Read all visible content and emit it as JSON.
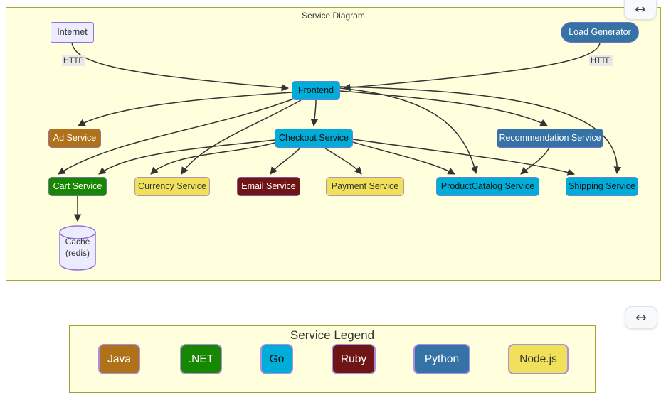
{
  "diagram": {
    "title": "Service Diagram",
    "nodes": [
      {
        "id": "internet",
        "label": "Internet"
      },
      {
        "id": "load-generator",
        "label": "Load Generator"
      },
      {
        "id": "frontend",
        "label": "Frontend"
      },
      {
        "id": "ad-service",
        "label": "Ad Service"
      },
      {
        "id": "checkout-service",
        "label": "Checkout Service"
      },
      {
        "id": "recommendation-service",
        "label": "Recommendation Service"
      },
      {
        "id": "cart-service",
        "label": "Cart Service"
      },
      {
        "id": "currency-service",
        "label": "Currency Service"
      },
      {
        "id": "email-service",
        "label": "Email Service"
      },
      {
        "id": "payment-service",
        "label": "Payment Service"
      },
      {
        "id": "productcatalog-service",
        "label": "ProductCatalog Service"
      },
      {
        "id": "shipping-service",
        "label": "Shipping Service"
      },
      {
        "id": "cache",
        "label": "Cache (redis)"
      }
    ],
    "edges": [
      {
        "from": "internet",
        "to": "frontend",
        "label": "HTTP"
      },
      {
        "from": "load-generator",
        "to": "frontend",
        "label": "HTTP"
      },
      {
        "from": "frontend",
        "to": "checkout-service"
      },
      {
        "from": "frontend",
        "to": "ad-service"
      },
      {
        "from": "frontend",
        "to": "cart-service"
      },
      {
        "from": "frontend",
        "to": "currency-service"
      },
      {
        "from": "frontend",
        "to": "recommendation-service"
      },
      {
        "from": "frontend",
        "to": "productcatalog-service"
      },
      {
        "from": "frontend",
        "to": "shipping-service"
      },
      {
        "from": "checkout-service",
        "to": "cart-service"
      },
      {
        "from": "checkout-service",
        "to": "currency-service"
      },
      {
        "from": "checkout-service",
        "to": "email-service"
      },
      {
        "from": "checkout-service",
        "to": "payment-service"
      },
      {
        "from": "checkout-service",
        "to": "productcatalog-service"
      },
      {
        "from": "checkout-service",
        "to": "shipping-service"
      },
      {
        "from": "recommendation-service",
        "to": "productcatalog-service"
      },
      {
        "from": "cart-service",
        "to": "cache"
      }
    ]
  },
  "legend": {
    "title": "Service Legend",
    "items": [
      {
        "label": "Java",
        "color": "#b07219"
      },
      {
        "label": ".NET",
        "color": "#178600"
      },
      {
        "label": "Go",
        "color": "#00ADD8"
      },
      {
        "label": "Ruby",
        "color": "#701516"
      },
      {
        "label": "Python",
        "color": "#3572A5"
      },
      {
        "label": "Node.js",
        "color": "#f1e05a"
      }
    ]
  },
  "controls": {
    "expand_top_icon": "↔",
    "expand_bottom_icon": "↔"
  },
  "colors": {
    "panel_bg": "#ffffde",
    "panel_border": "#aaaa33",
    "node_default_bg": "#ECECFF",
    "node_default_border": "#9370DB",
    "edge": "#333333",
    "edge_label_bg": "#e8e8e8"
  }
}
